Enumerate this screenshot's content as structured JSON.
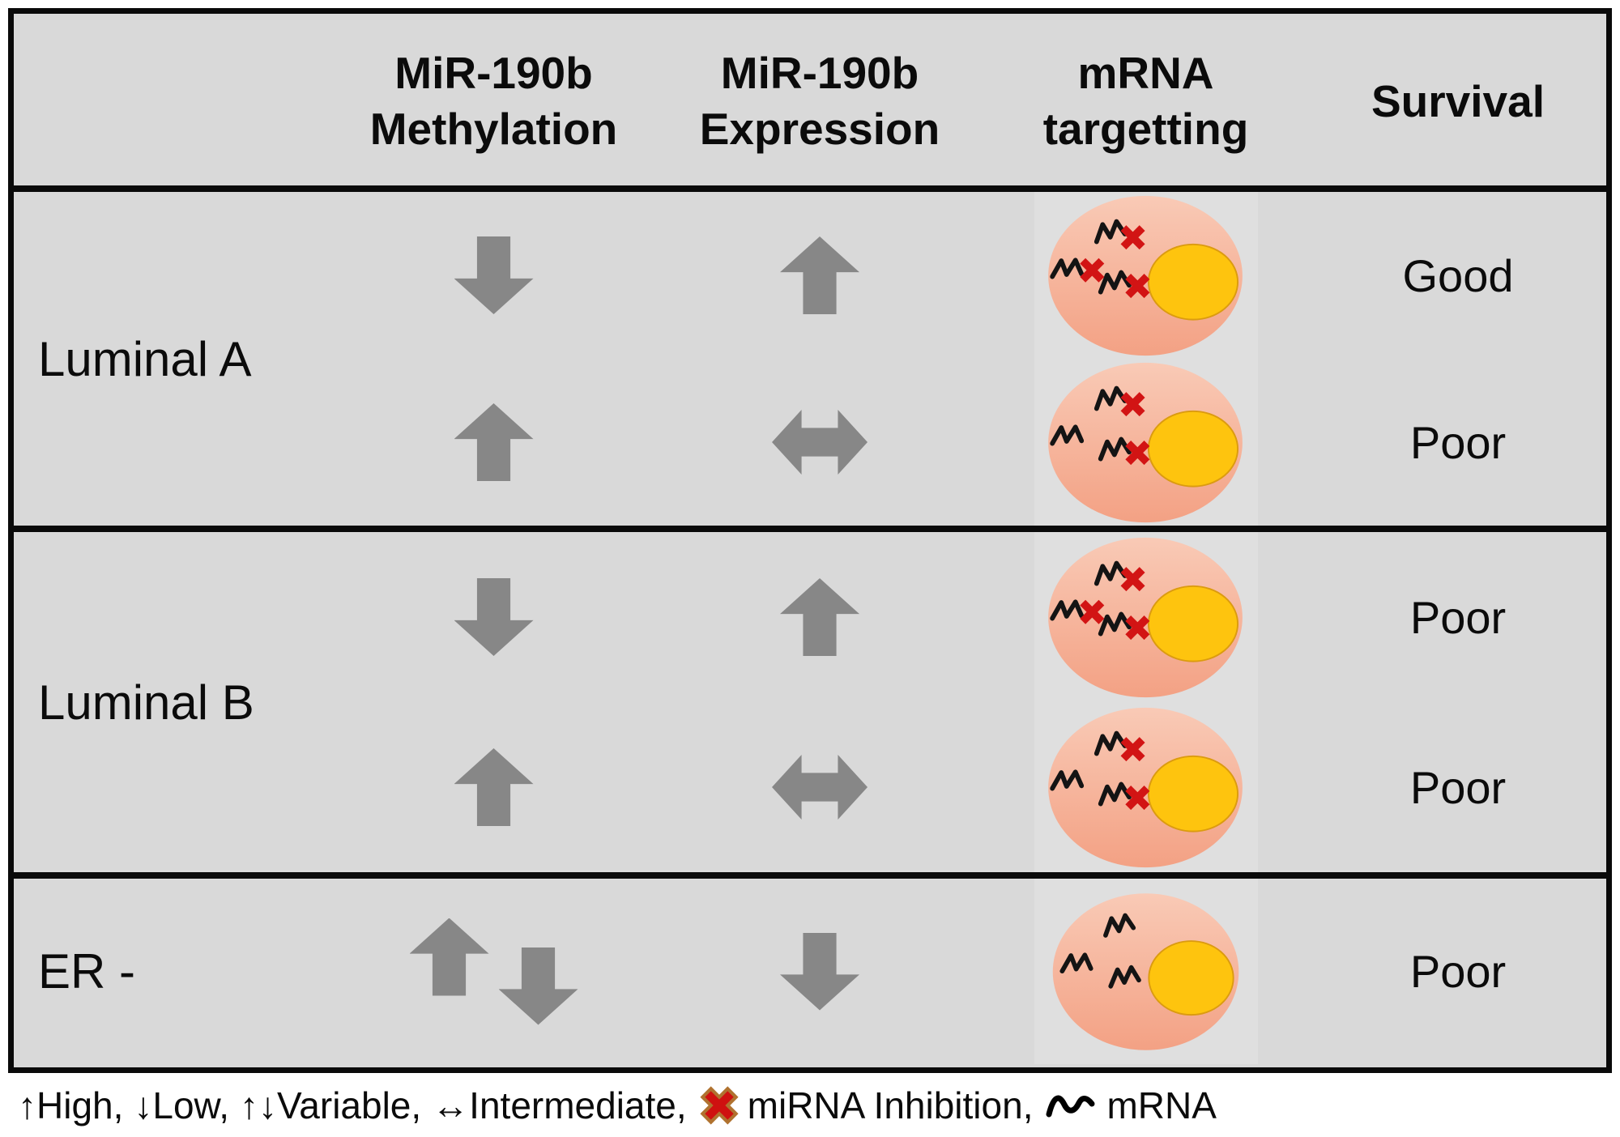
{
  "header": {
    "columns": [
      {
        "line1": "MiR-190b",
        "line2": "Methylation"
      },
      {
        "line1": "MiR-190b",
        "line2": "Expression"
      },
      {
        "line1": "mRNA",
        "line2": "targetting"
      },
      {
        "line1": "Survival",
        "line2": ""
      }
    ]
  },
  "rows": [
    {
      "label": "Luminal A",
      "subrows": [
        {
          "methylation": {
            "icon": "block-arrow-down",
            "meaning": "Low"
          },
          "expression": {
            "icon": "block-arrow-up",
            "meaning": "High"
          },
          "cell": {
            "mrna_count": 3,
            "inhibited_count": 3
          },
          "survival": "Good"
        },
        {
          "methylation": {
            "icon": "block-arrow-up",
            "meaning": "High"
          },
          "expression": {
            "icon": "block-arrow-left-right",
            "meaning": "Intermediate"
          },
          "cell": {
            "mrna_count": 3,
            "inhibited_count": 2
          },
          "survival": "Poor"
        }
      ]
    },
    {
      "label": "Luminal B",
      "subrows": [
        {
          "methylation": {
            "icon": "block-arrow-down",
            "meaning": "Low"
          },
          "expression": {
            "icon": "block-arrow-up",
            "meaning": "High"
          },
          "cell": {
            "mrna_count": 3,
            "inhibited_count": 3
          },
          "survival": "Poor"
        },
        {
          "methylation": {
            "icon": "block-arrow-up",
            "meaning": "High"
          },
          "expression": {
            "icon": "block-arrow-left-right",
            "meaning": "Intermediate"
          },
          "cell": {
            "mrna_count": 3,
            "inhibited_count": 2
          },
          "survival": "Poor"
        }
      ]
    },
    {
      "label": "ER -",
      "subrows": [
        {
          "methylation": {
            "icon": "block-arrows-up-down",
            "meaning": "Variable"
          },
          "expression": {
            "icon": "block-arrow-down",
            "meaning": "Low"
          },
          "cell": {
            "mrna_count": 3,
            "inhibited_count": 0
          },
          "survival": "Poor"
        }
      ]
    }
  ],
  "legend": {
    "items": [
      {
        "text": "↑High,"
      },
      {
        "text": "↓Low,"
      },
      {
        "text": "↑↓Variable,"
      },
      {
        "text": "↔Intermediate,"
      },
      {
        "icon": "red-x-icon",
        "text": "miRNA Inhibition,"
      },
      {
        "icon": "mrna-squiggle-icon",
        "text": "mRNA"
      }
    ]
  },
  "colors": {
    "table_background": "#d9d9d9",
    "image_patch_background": "#dfdfdf",
    "border_black": "#0a0a0a",
    "arrow_gray": "#878787",
    "cell_body_top": "#f9cab6",
    "cell_body_bottom": "#f3a184",
    "nucleus_yellow": "#fec40e",
    "nucleus_outline": "#db9b10",
    "inhibition_x_red": "#d21414",
    "legend_x_fill": "#cf1110",
    "legend_x_stroke": "#b0722f",
    "mrna_black": "#141414"
  }
}
